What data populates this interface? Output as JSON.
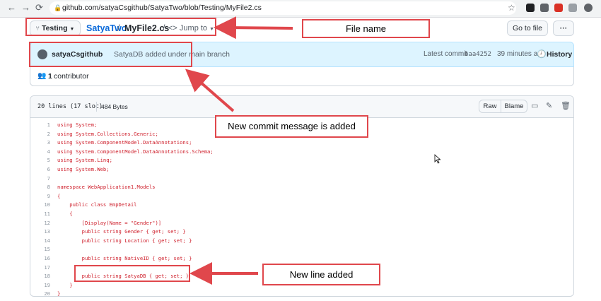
{
  "browser": {
    "url": "github.com/satyaCsgithub/SatyaTwo/blob/Testing/MyFile2.cs",
    "back": "←",
    "forward": "→",
    "reload": "⟳",
    "star": "☆"
  },
  "repo_bar": {
    "branch": "Testing",
    "repo": "SatyaTwo",
    "separator": "/",
    "file": "MyFile2.cs",
    "jump_to": "Jump to",
    "go_to_file": "Go to file",
    "more": "···"
  },
  "commit": {
    "author": "satyaCsgithub",
    "message": "SatyaDB added under main branch",
    "latest_label": "Latest commit",
    "hash": "baa4252",
    "time": "39 minutes ago",
    "history": "History"
  },
  "contributors": {
    "count": "1",
    "label": "contributor"
  },
  "file_info": {
    "lines": "20 lines (17 sloc)",
    "size": "484 Bytes",
    "raw": "Raw",
    "blame": "Blame"
  },
  "code": [
    {
      "n": "1",
      "t": "using System;"
    },
    {
      "n": "2",
      "t": "using System.Collections.Generic;"
    },
    {
      "n": "3",
      "t": "using System.ComponentModel.DataAnnotations;"
    },
    {
      "n": "4",
      "t": "using System.ComponentModel.DataAnnotations.Schema;"
    },
    {
      "n": "5",
      "t": "using System.Linq;"
    },
    {
      "n": "6",
      "t": "using System.Web;"
    },
    {
      "n": "7",
      "t": ""
    },
    {
      "n": "8",
      "t": "namespace WebApplication1.Models"
    },
    {
      "n": "9",
      "t": "{"
    },
    {
      "n": "10",
      "t": "    public class EmpDetail"
    },
    {
      "n": "11",
      "t": "    {"
    },
    {
      "n": "12",
      "t": "        [Display(Name = \"Gender\")]"
    },
    {
      "n": "13",
      "t": "        public string Gender { get; set; }"
    },
    {
      "n": "14",
      "t": "        public string Location { get; set; }"
    },
    {
      "n": "15",
      "t": ""
    },
    {
      "n": "16",
      "t": "        public string NativeID { get; set; }"
    },
    {
      "n": "17",
      "t": ""
    },
    {
      "n": "18",
      "t": "        public string SatyaDB { get; set; }"
    },
    {
      "n": "19",
      "t": "    }"
    },
    {
      "n": "20",
      "t": "}"
    }
  ],
  "annotations": {
    "file_name": "File name",
    "commit_message": "New commit message is added",
    "new_line": "New line added"
  },
  "colors": {
    "annotation": "#e0474c",
    "link": "#0969da",
    "code_text": "#cf222e"
  }
}
